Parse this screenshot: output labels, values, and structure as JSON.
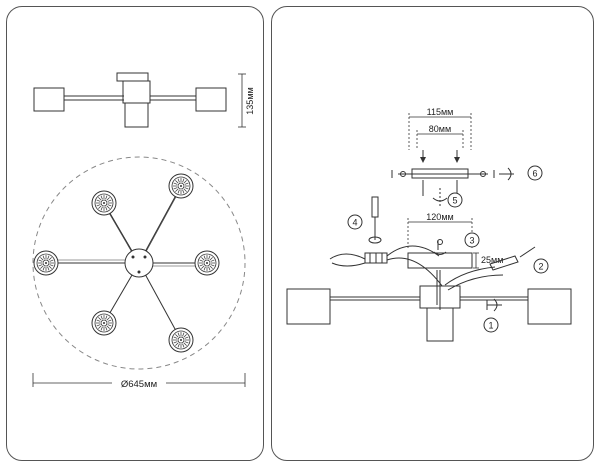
{
  "left": {
    "height_label": "135мм",
    "diameter_label": "Ø645мм"
  },
  "right": {
    "dim_115": "115мм",
    "dim_80": "80мм",
    "dim_120": "120мм",
    "dim_25": "25мм",
    "steps": [
      "1",
      "2",
      "3",
      "4",
      "5",
      "6"
    ]
  },
  "colors": {
    "line": "#333333",
    "dashed": "#777777"
  }
}
